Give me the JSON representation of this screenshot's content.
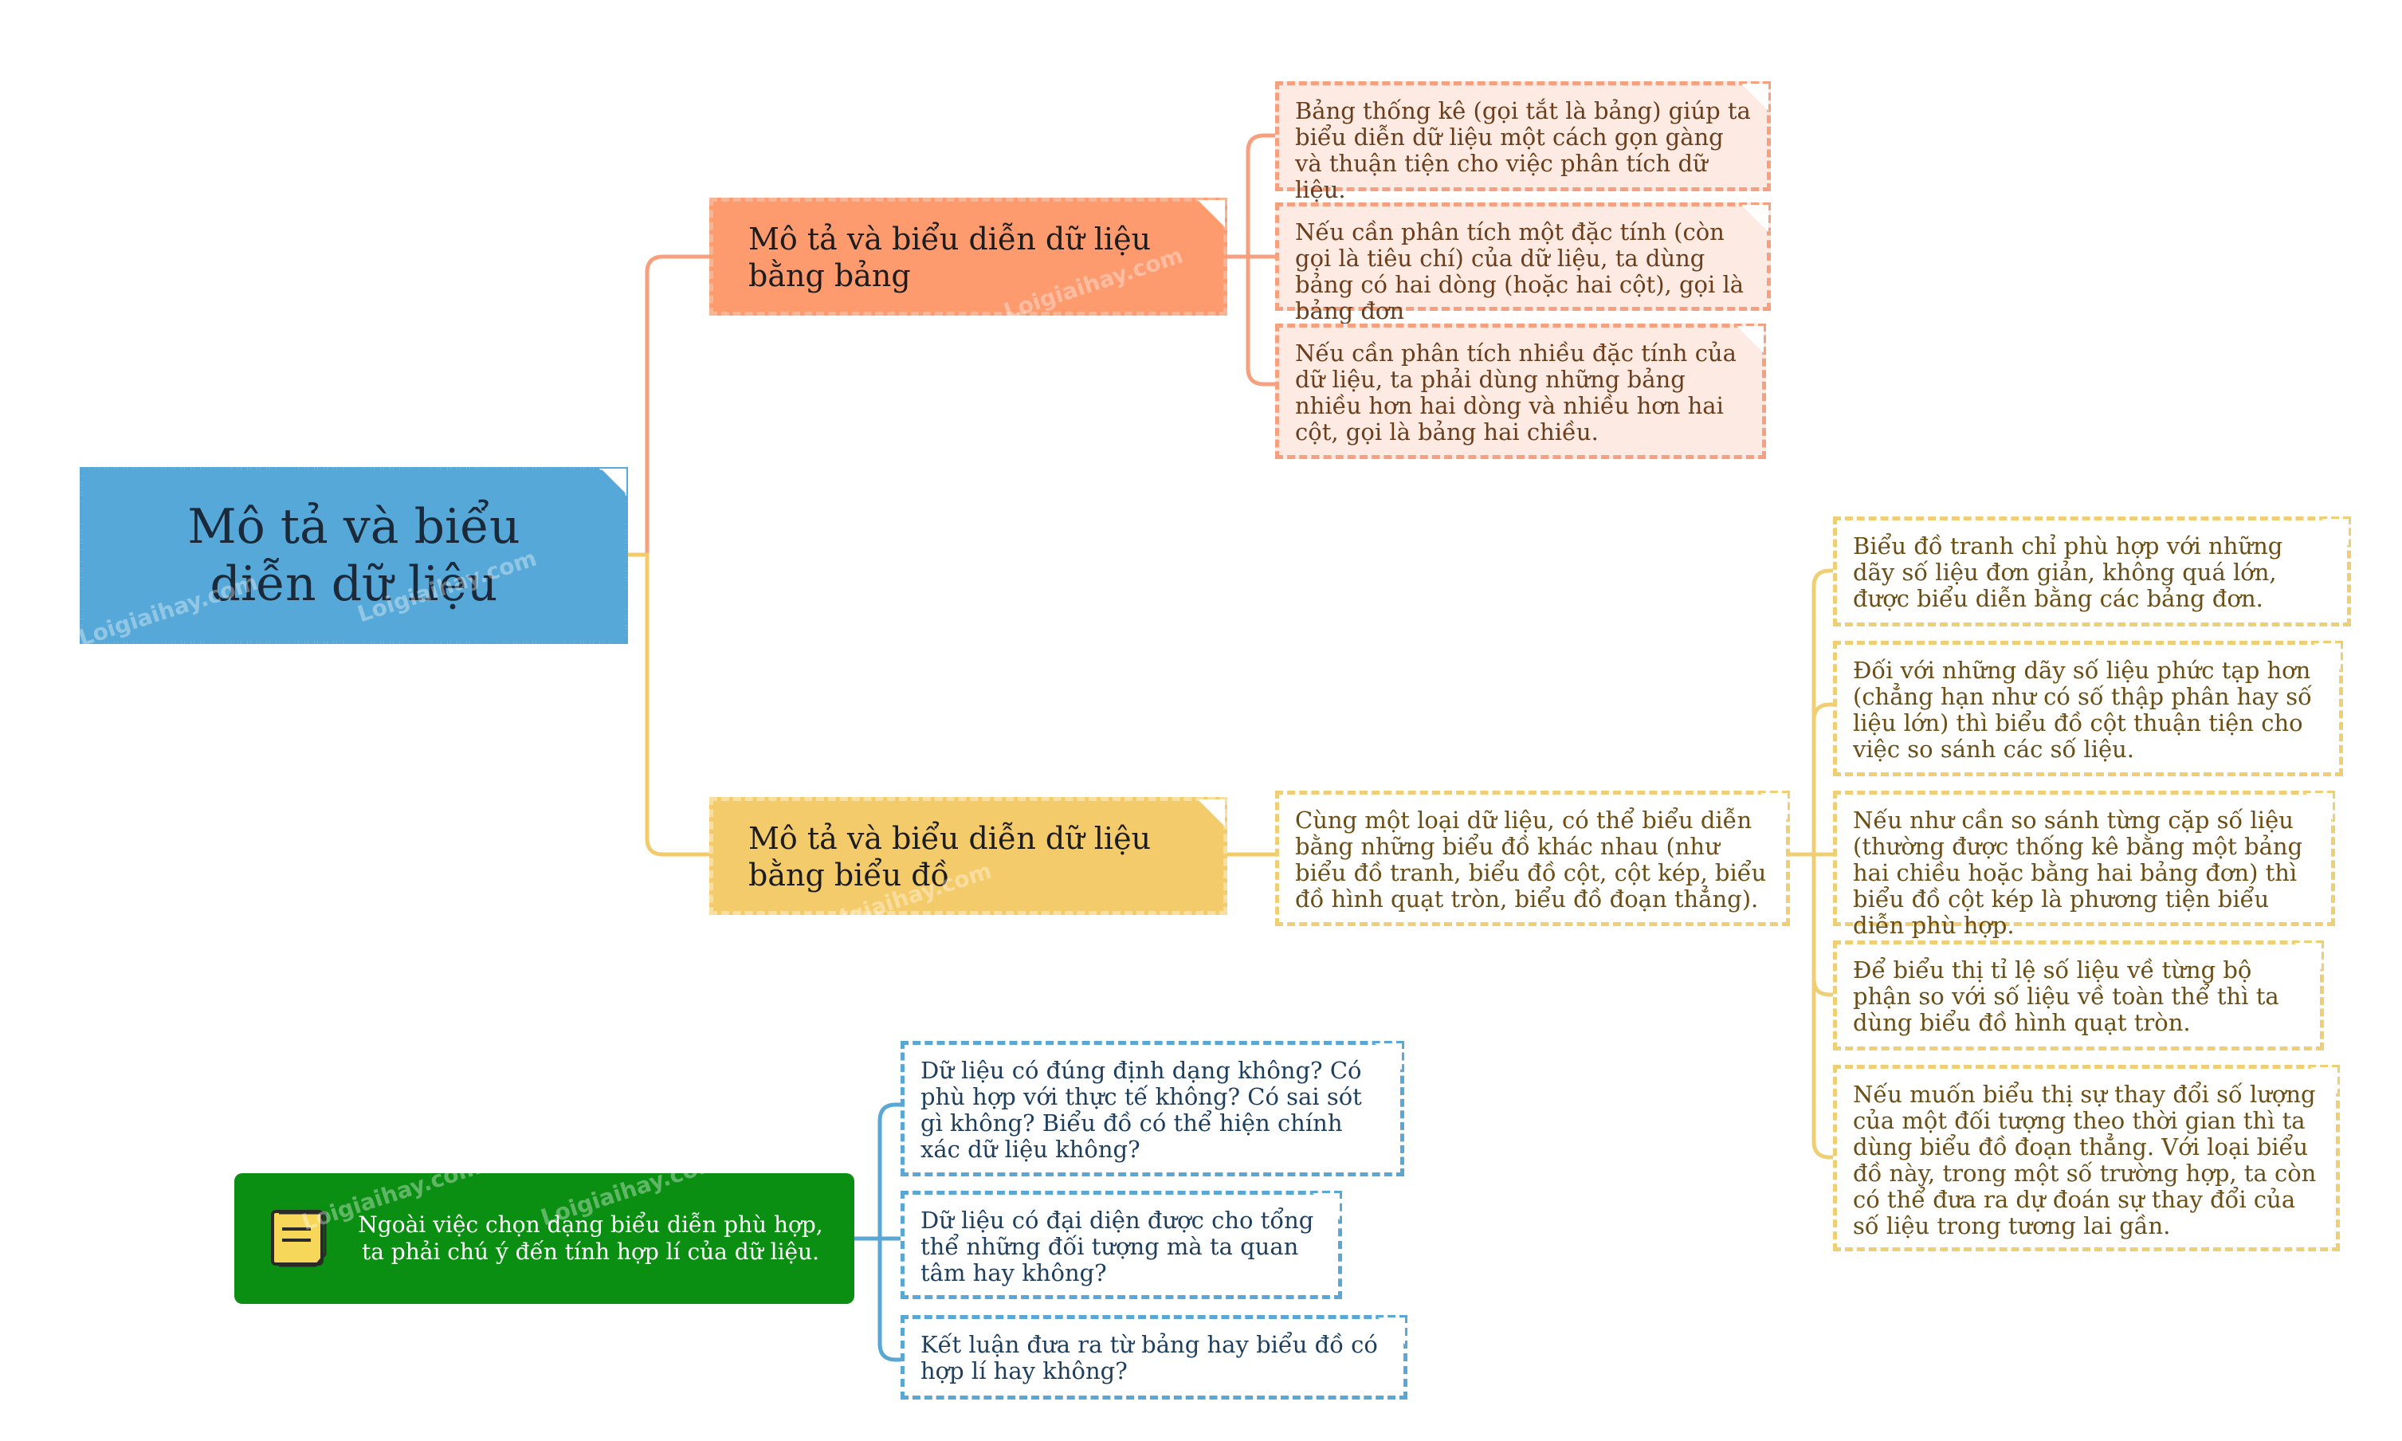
{
  "root": {
    "title": "Mô tả và biểu diễn dữ liệu"
  },
  "branches": {
    "table": {
      "title": "Mô tả và biểu diễn dữ liệu bằng bảng",
      "items": [
        "Bảng thống kê (gọi tắt là bảng) giúp ta biểu diễn dữ liệu một cách gọn gàng và thuận tiện cho việc phân tích dữ liệu.",
        "Nếu cần phân tích một đặc tính (còn gọi là tiêu chí) của dữ liệu, ta dùng bảng có hai dòng (hoặc hai cột), gọi là bảng đơn",
        "Nếu cần phân tích nhiều đặc tính của dữ liệu, ta phải dùng những bảng nhiều hơn hai dòng và nhiều hơn hai cột, gọi là bảng hai chiều."
      ]
    },
    "chart": {
      "title": "Mô tả và biểu diễn dữ liệu bằng biểu đồ",
      "summary": "Cùng một loại dữ liệu, có thể biểu diễn bằng những biểu đồ khác nhau (như biểu đồ tranh, biểu đồ cột, cột kép, biểu đồ hình quạt tròn, biểu đồ đoạn thẳng).",
      "items": [
        "Biểu đồ tranh chỉ phù hợp với những dãy số liệu đơn giản, không quá lớn, được biểu diễn bằng các bảng đơn.",
        "Đối với những dãy số liệu phức tạp hơn (chẳng hạn như có số thập phân hay số liệu lớn) thì biểu đồ cột thuận tiện cho việc so sánh các số liệu.",
        "Nếu như cần so sánh từng cặp số liệu (thường được thống kê bằng một bảng hai chiều hoặc bằng hai bảng đơn) thì biểu đồ cột kép là phương tiện biểu diễn phù hợp.",
        "Để biểu thị tỉ lệ số liệu về từng bộ phận so với số liệu về toàn thể thì ta dùng biểu đồ hình quạt tròn.",
        "Nếu muốn biểu thị sự thay đổi số lượng của một đối tượng theo thời gian thì ta dùng biểu đồ đoạn thẳng. Với loại biểu đồ này, trong một số trường hợp, ta còn có thể đưa ra dự đoán sự thay đổi của số liệu trong tương lai gần."
      ]
    }
  },
  "note": {
    "text": "Ngoài việc chọn dạng biểu diễn phù hợp, ta phải chú ý đến tính hợp lí của dữ liệu.",
    "icon": "sticky-note-icon",
    "items": [
      "Dữ liệu có đúng định dạng không? Có phù hợp với thực tế không? Có sai sót gì không? Biểu đồ có thể hiện chính xác dữ liệu không?",
      "Dữ liệu có đại diện được cho tổng thể những đối tượng mà ta quan tâm hay không?",
      "Kết luận đưa ra từ bảng hay biểu đồ có hợp lí hay không?"
    ]
  },
  "watermark": "Loigiaihay.com",
  "colors": {
    "root": "#56a8d8",
    "orange": "#fd9a6e",
    "orange_leaf": "#fdeae2",
    "yellow": "#f4cb6a",
    "blue": "#5aa6d4",
    "green": "#0a8f12"
  }
}
